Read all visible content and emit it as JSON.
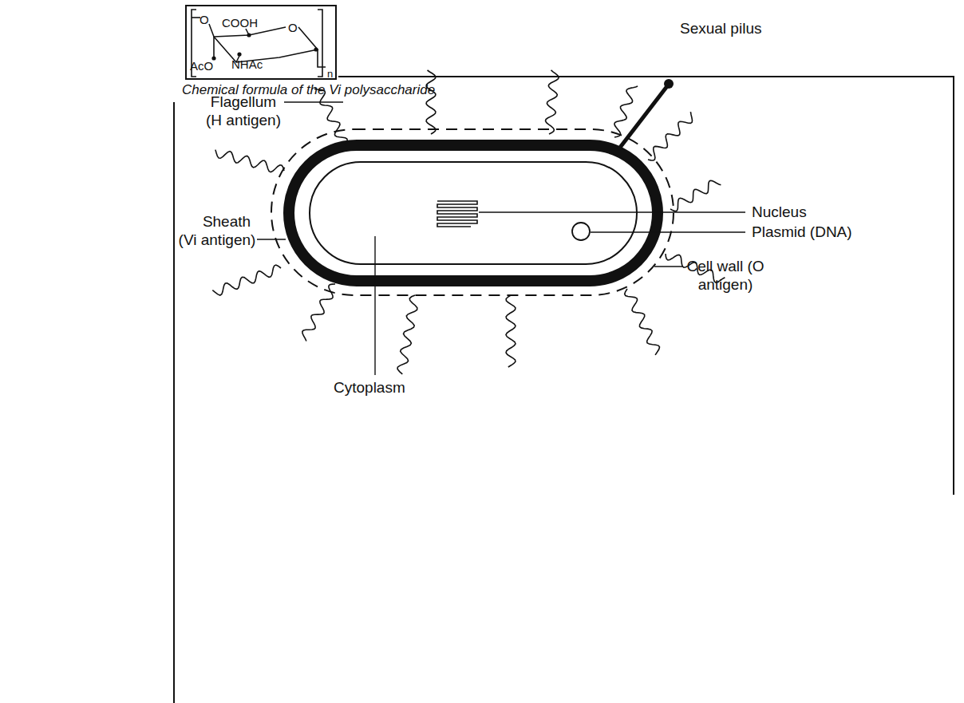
{
  "diagram": {
    "caption": "Chemical formula of the Vi polysaccharide",
    "nodes": [
      {
        "text": [
          "O",
          "COOH",
          "O",
          "AcO",
          "NHAc",
          "n"
        ]
      }
    ],
    "labels": [
      "Flagellum (H antigen)",
      "Sexual pilus",
      "Nucleus",
      "Sheath (Vi antigen)",
      "Plasmid (DNA)",
      "Cell wall (O antigen)",
      "Cytoplasm"
    ]
  }
}
